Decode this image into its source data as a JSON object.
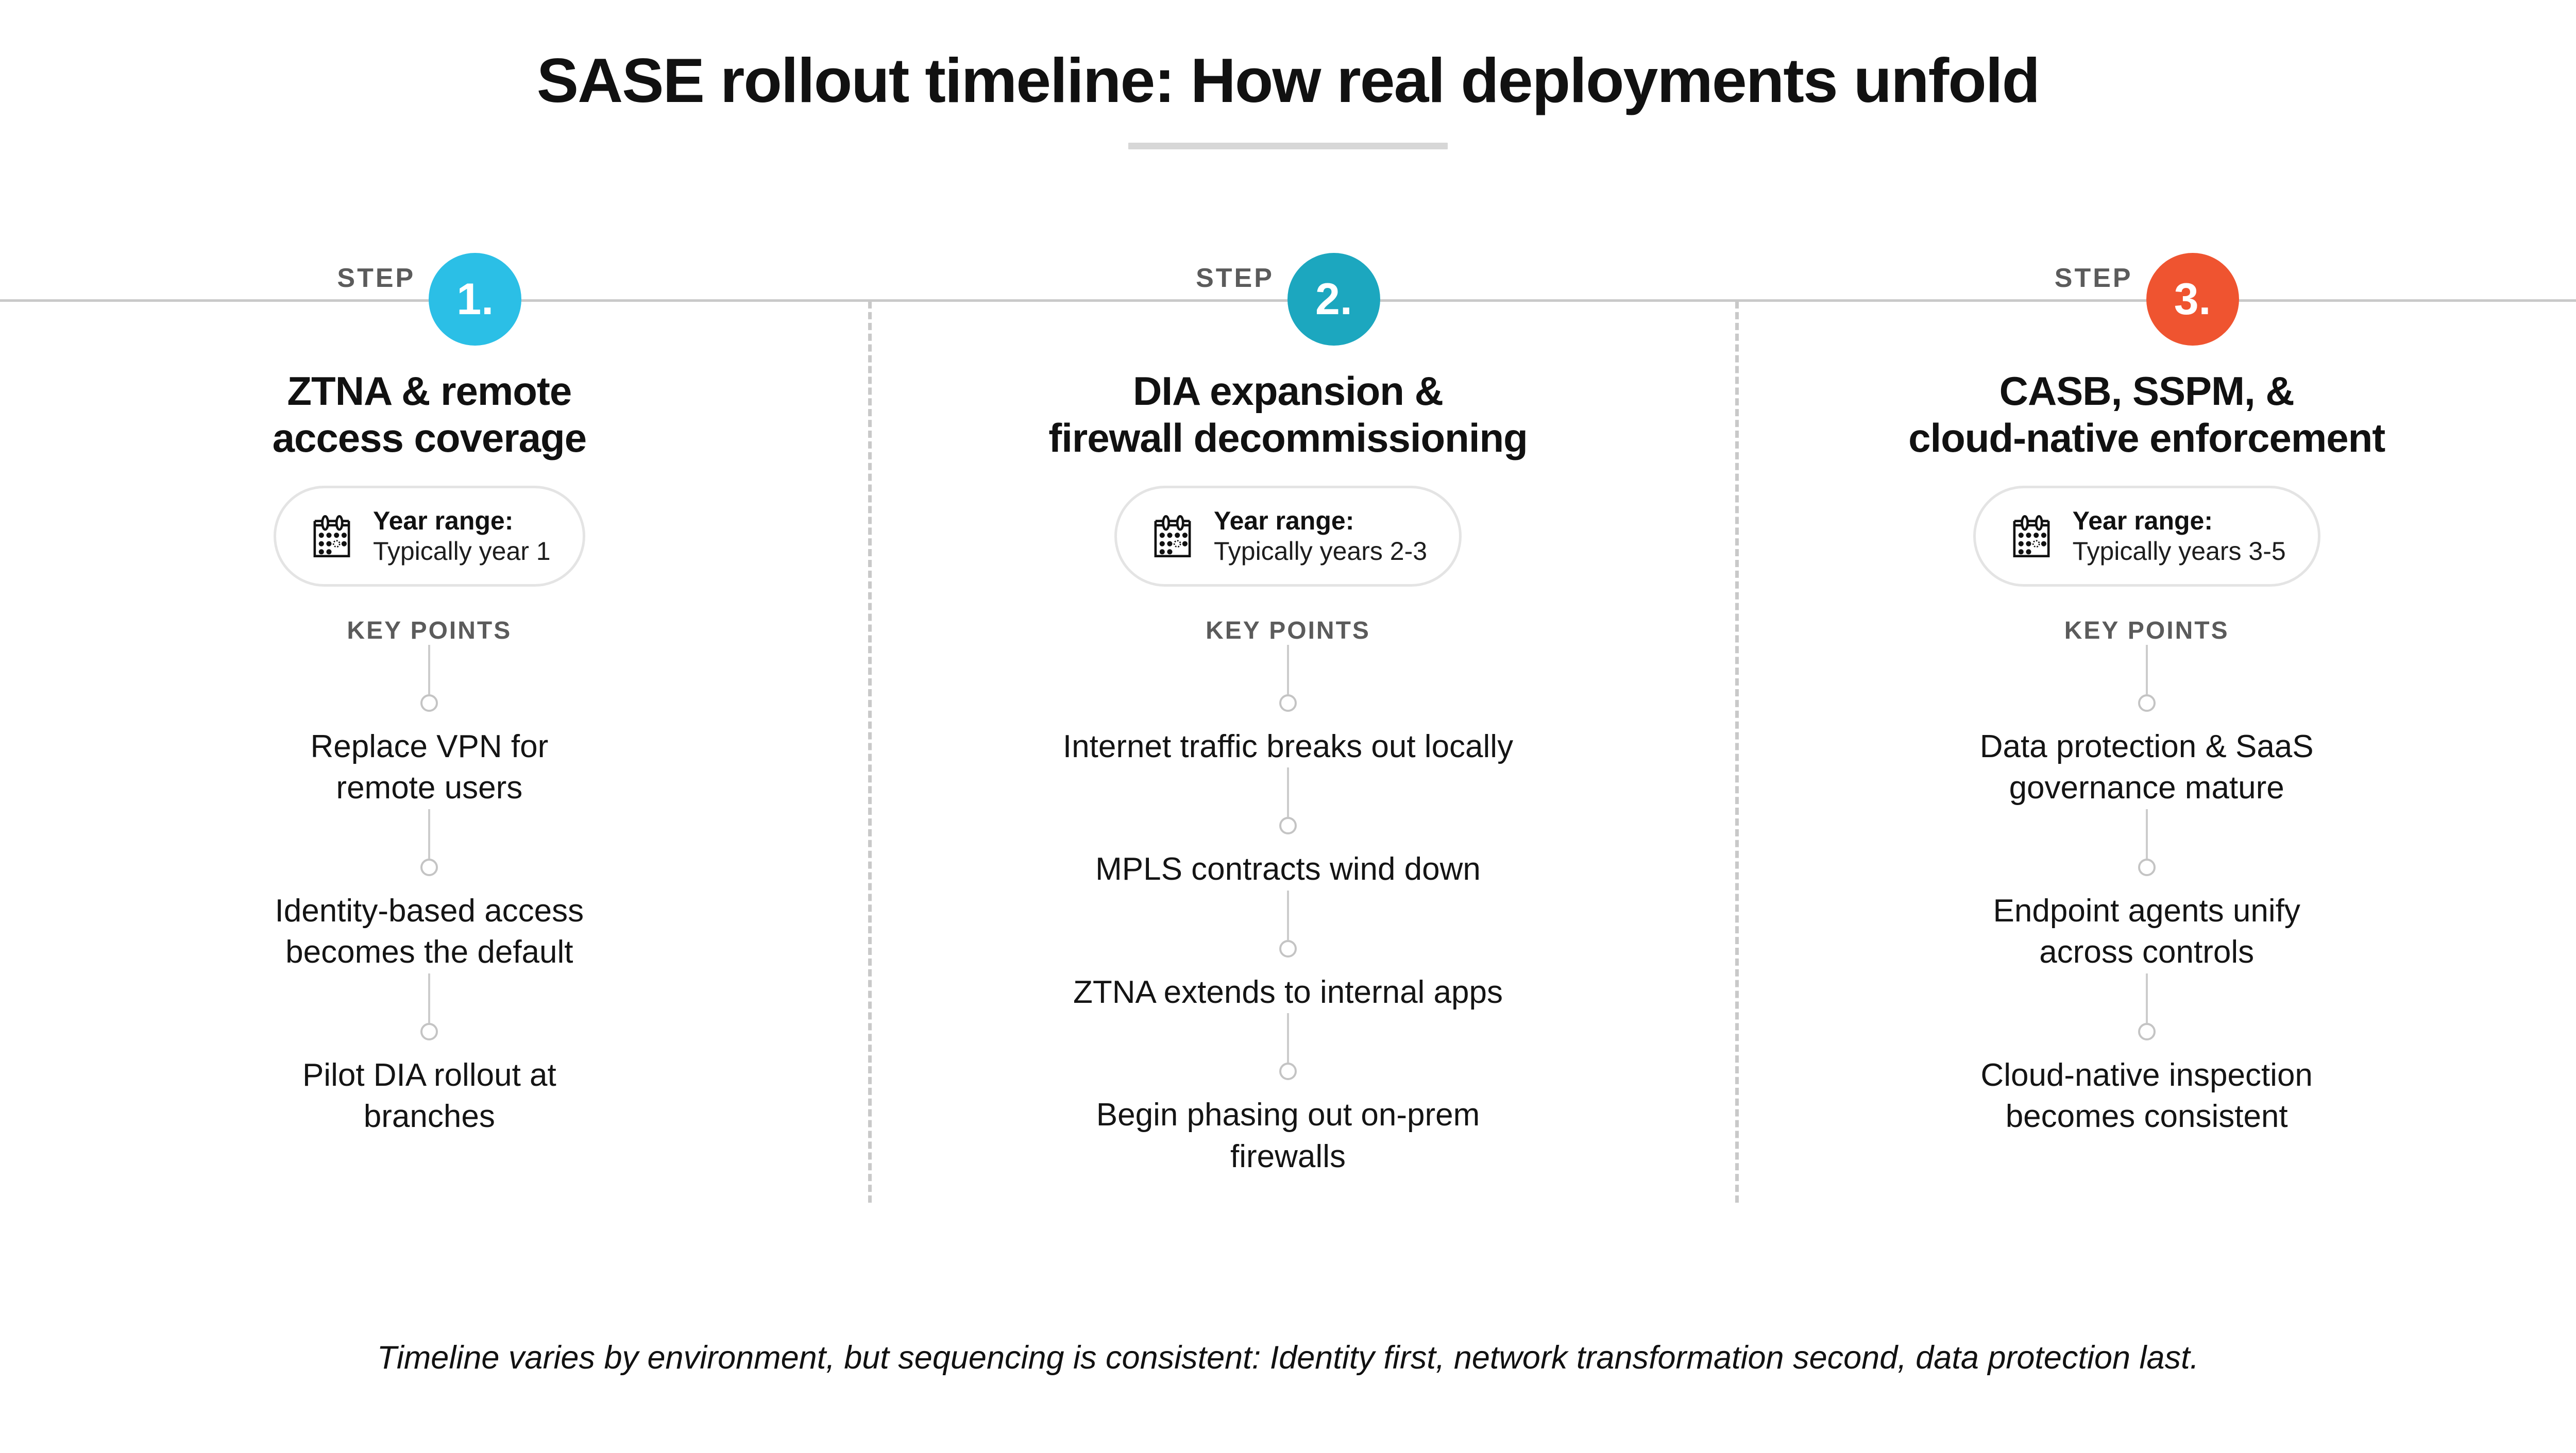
{
  "header": {
    "title": "SASE rollout timeline: How real deployments unfold"
  },
  "labels": {
    "step_word": "STEP",
    "key_points": "KEY POINTS",
    "year_range_label": "Year range:"
  },
  "colors": {
    "step1": "#2bbfe6",
    "step2": "#1ca7bf",
    "step3": "#ef5430",
    "rule": "#c9c9c9",
    "muted_text": "#5b5b5b",
    "pill_border": "#e4e4e4"
  },
  "columns": [
    {
      "step_word": "STEP",
      "number": "1.",
      "badge_color": "#2bbfe6",
      "title": "ZTNA & remote\naccess coverage",
      "year_label": "Year range:",
      "year_value": "Typically year 1",
      "key_points_label": "KEY POINTS",
      "key_points": [
        "Replace VPN for\nremote users",
        "Identity-based access\nbecomes the default",
        "Pilot DIA rollout at\nbranches"
      ]
    },
    {
      "step_word": "STEP",
      "number": "2.",
      "badge_color": "#1ca7bf",
      "title": "DIA expansion &\nfirewall decommissioning",
      "year_label": "Year range:",
      "year_value": "Typically years 2-3",
      "key_points_label": "KEY POINTS",
      "key_points": [
        "Internet traffic breaks out locally",
        "MPLS contracts wind down",
        "ZTNA extends to internal apps",
        "Begin phasing out on-prem\nfirewalls"
      ]
    },
    {
      "step_word": "STEP",
      "number": "3.",
      "badge_color": "#ef5430",
      "title": "CASB, SSPM, &\ncloud-native enforcement",
      "year_label": "Year range:",
      "year_value": "Typically years 3-5",
      "key_points_label": "KEY POINTS",
      "key_points": [
        "Data protection & SaaS\ngovernance mature",
        "Endpoint agents unify\nacross controls",
        "Cloud-native inspection\nbecomes consistent"
      ]
    }
  ],
  "footer": {
    "note": "Timeline varies by environment, but sequencing is consistent: Identity first, network transformation second, data protection last."
  }
}
